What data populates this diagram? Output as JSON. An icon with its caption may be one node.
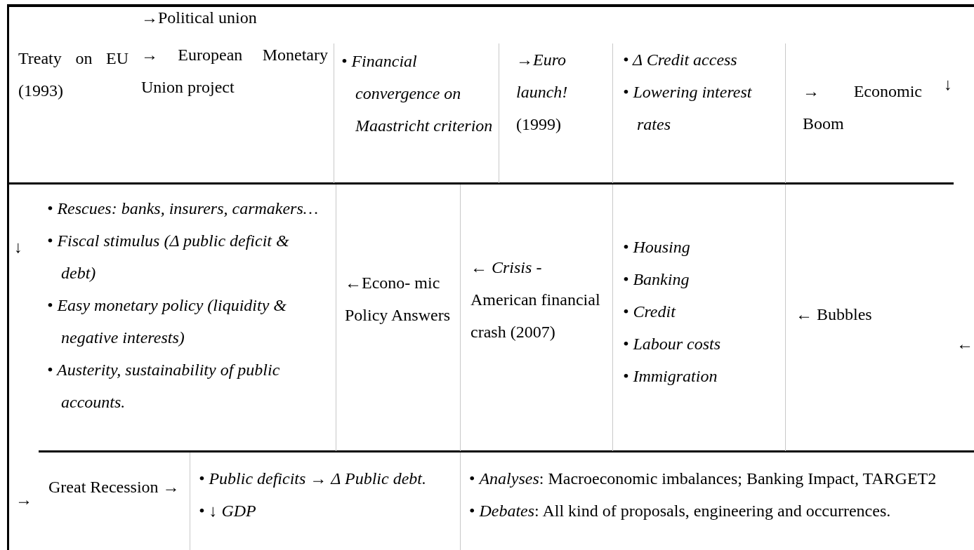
{
  "diagram": {
    "nodes": [
      {
        "text": [
          "Treaty on EU (1993)"
        ]
      },
      {
        "text": [
          "→Political union",
          "→ European Monetary Union project"
        ]
      },
      {
        "text": [
          "• Financial convergence on Maastricht criterion"
        ]
      },
      {
        "text": [
          "→*Euro launch!* (1999)"
        ]
      },
      {
        "text": [
          "• Δ *Credit access*",
          "• *Lowering interest rates*"
        ]
      },
      {
        "text": [
          "→ Economic Boom"
        ]
      },
      {
        "text": [
          "• Rescues: banks, insurers, carmakers…",
          "• Fiscal stimulus (Δ public deficit & debt)",
          "• Easy monetary policy (liquidity & negative interests)",
          "• Austerity, sustainability of public accounts."
        ]
      },
      {
        "text": [
          "←Econo- mic Policy Answers"
        ]
      },
      {
        "text": [
          "← *Crisis* - American financial crash (2007)"
        ]
      },
      {
        "text": [
          "• Housing",
          "• Banking",
          "• Credit",
          "• Labour costs",
          "• Immigration"
        ]
      },
      {
        "text": [
          "← Bubbles"
        ]
      },
      {
        "text": [
          "Great Recession →"
        ]
      },
      {
        "text": [
          "• Public deficits → Δ Public debt.",
          "• ↓ GDP"
        ]
      },
      {
        "text": [
          "• *Analyses*: Macroeconomic imbalances; Banking Impact, TARGET2",
          "• *Debates*: All kind of proposals, engineering and occurrences."
        ]
      }
    ],
    "labels": [
      "↓",
      "↓",
      "←",
      "→"
    ]
  }
}
